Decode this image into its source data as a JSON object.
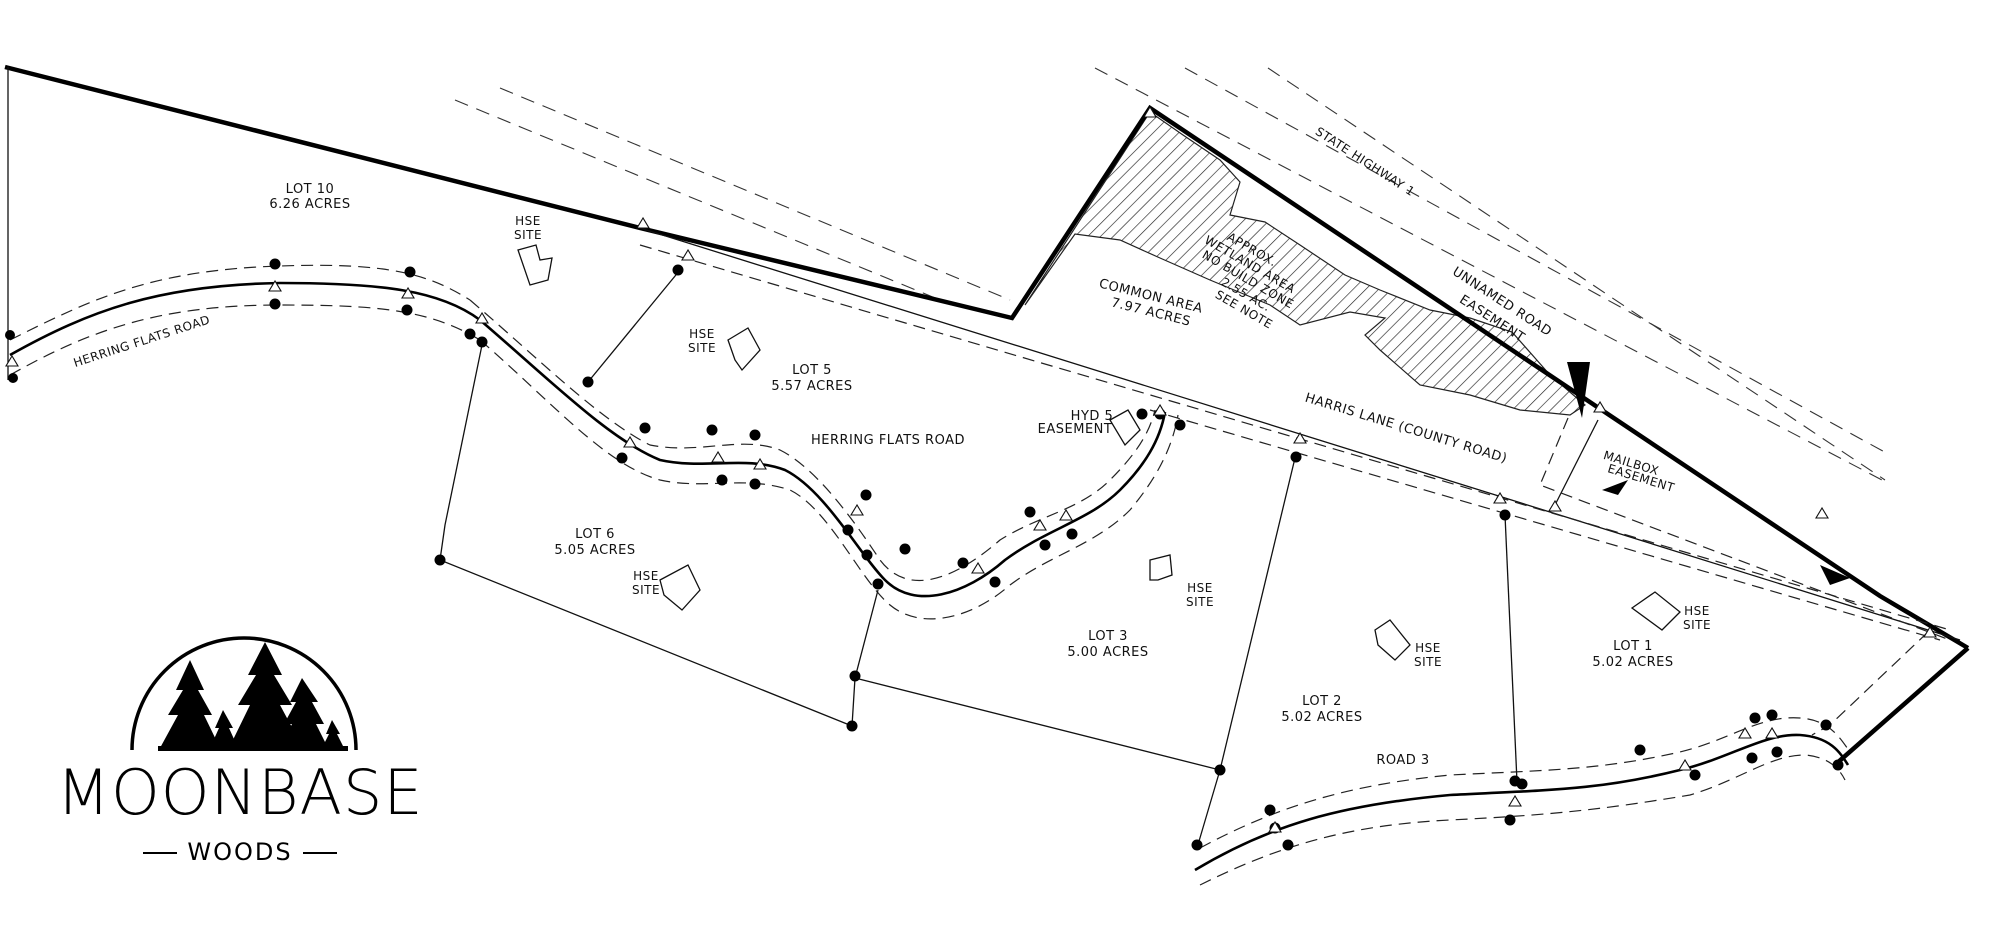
{
  "lots": [
    {
      "name": "LOT 10",
      "acres": "6.26 ACRES"
    },
    {
      "name": "LOT 5",
      "acres": "5.57 ACRES"
    },
    {
      "name": "LOT 6",
      "acres": "5.05 ACRES"
    },
    {
      "name": "LOT 3",
      "acres": "5.00 ACRES"
    },
    {
      "name": "LOT 2",
      "acres": "5.02 ACRES"
    },
    {
      "name": "LOT 1",
      "acres": "5.02 ACRES"
    }
  ],
  "common_area": {
    "name": "COMMON AREA",
    "acres": "7.97 ACRES"
  },
  "wetland": {
    "line1": "APPROX.",
    "line2": "WETLAND AREA",
    "line3": "NO BUILD ZONE",
    "line4": "2.55 AC.",
    "line5": "SEE NOTE"
  },
  "house_site": {
    "line1": "HSE",
    "line2": "SITE"
  },
  "roads": {
    "herring_flats_west": "HERRING FLATS ROAD",
    "herring_flats_mid": "HERRING FLATS ROAD",
    "harris_lane": "HARRIS LANE (COUNTY ROAD)",
    "road3": "ROAD 3",
    "state_highway": "STATE HIGHWAY 1",
    "unnamed_line1": "UNNAMED ROAD",
    "unnamed_line2": "EASEMENT"
  },
  "hydrant": {
    "line1": "HYD 5",
    "line2": "EASEMENT"
  },
  "mailbox": {
    "line1": "MAILBOX",
    "line2": "EASEMENT"
  },
  "logo": {
    "word": "MOONBASE",
    "sub": "WOODS"
  }
}
